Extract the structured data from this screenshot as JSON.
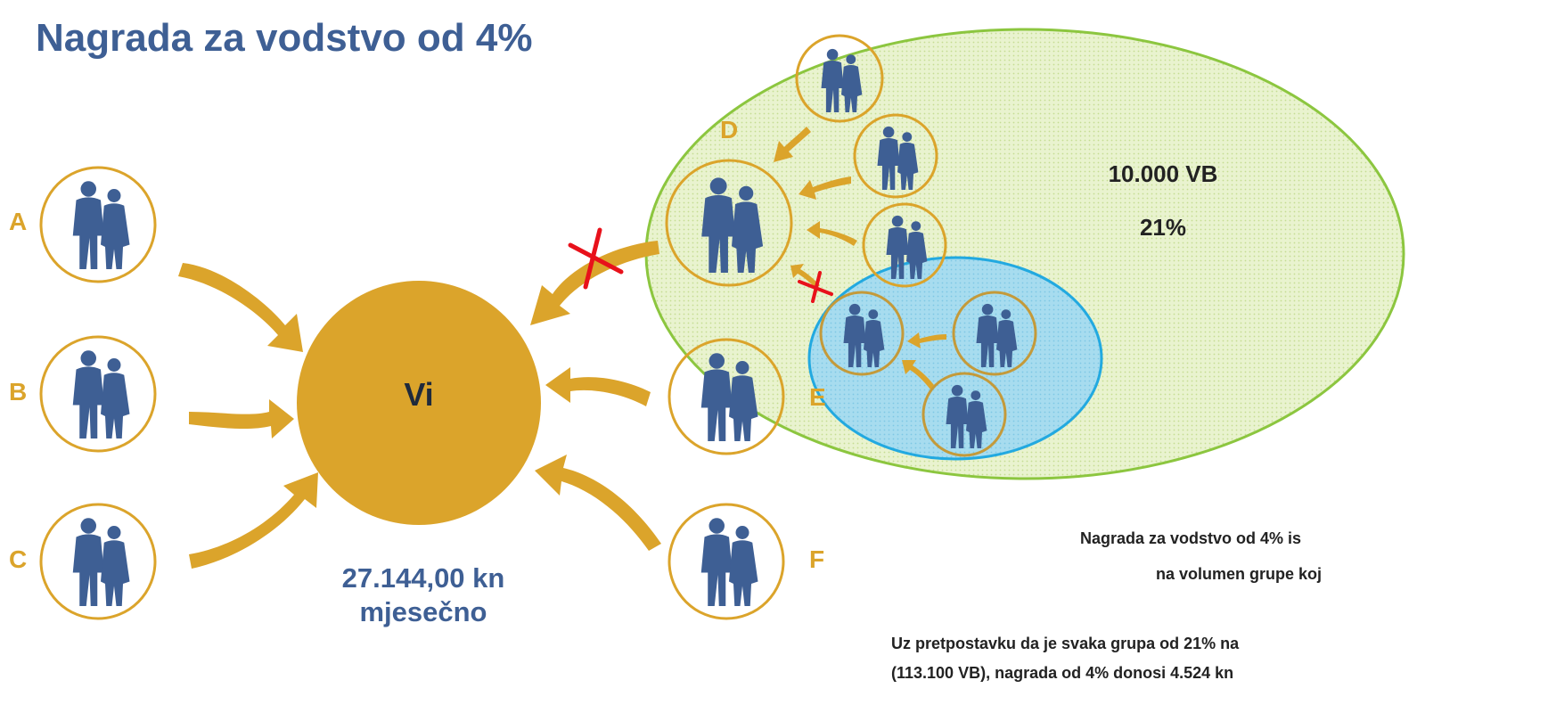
{
  "title": "Nagrada za vodstvo od 4%",
  "nodes": {
    "a": "A",
    "b": "B",
    "c": "C",
    "d": "D",
    "e": "E",
    "f": "F",
    "center": "Vi"
  },
  "amount": {
    "line1": "27.144,00 kn",
    "line2": "mjesečno"
  },
  "group": {
    "volume": "10.000 VB",
    "percent": "21%"
  },
  "notes": {
    "line1": "Nagrada za vodstvo od 4% is",
    "line2": "na volumen grupe koj",
    "line3": "Uz pretpostavku da je svaka grupa od 21% na",
    "line4": "(113.100 VB), nagrada od 4% donosi 4.524 kn"
  },
  "colors": {
    "gold": "#dba42b",
    "blue": "#3e5f94",
    "green_ellipse": "#8cc63f",
    "blue_ellipse": "#22a9e0",
    "cross": "#e8111b"
  },
  "icons": [
    "couple-icon",
    "cross-icon",
    "arrow-icon"
  ]
}
